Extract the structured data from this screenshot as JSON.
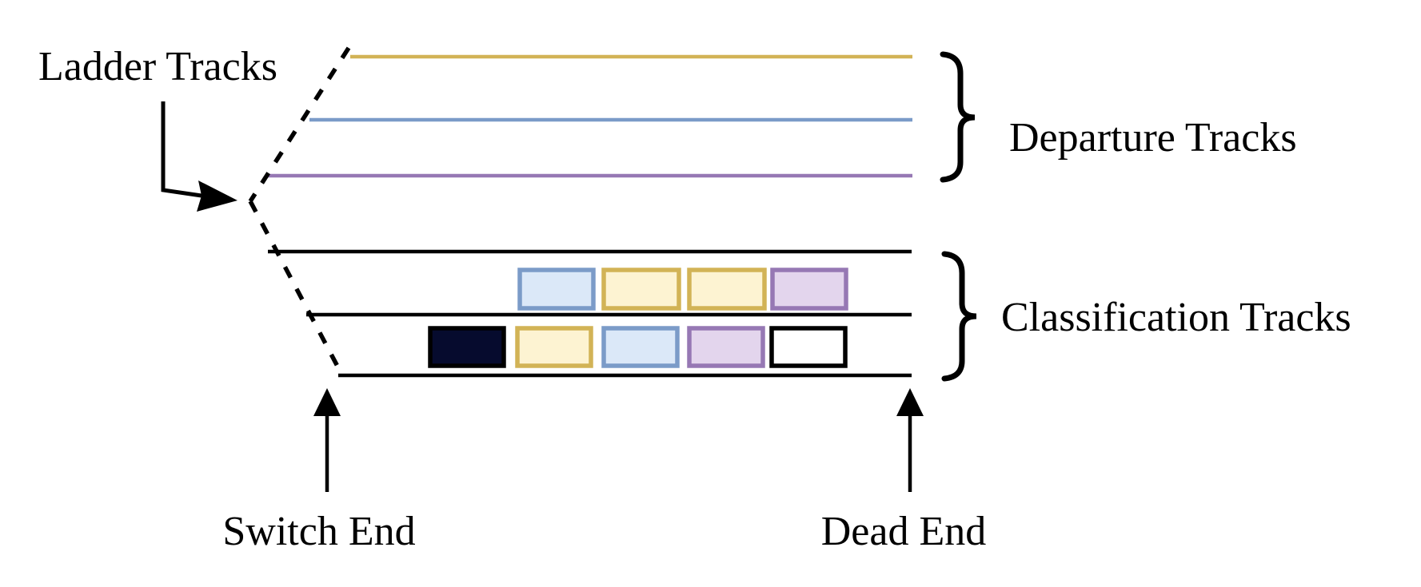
{
  "diagram": {
    "type": "rail-classification-yard-schematic",
    "background": "#ffffff",
    "text_color": "#000000"
  },
  "labels": {
    "ladder_tracks": "Ladder Tracks",
    "departure_tracks": "Departure Tracks",
    "classification_tracks": "Classification Tracks",
    "switch_end": "Switch End",
    "dead_end": "Dead End"
  },
  "colors": {
    "gold": "#d2b356",
    "gold_fill": "#fdf3d2",
    "blue": "#7b9bc8",
    "blue_fill": "#dbe8f8",
    "purple": "#9678b4",
    "purple_fill": "#e3d5ed",
    "navy_fill": "#060b2e",
    "black": "#000000",
    "white": "#ffffff"
  },
  "departure_tracks": {
    "count": 3,
    "tracks": [
      {
        "name": "departure-track-1",
        "color": "gold",
        "stroke": "#d2b356"
      },
      {
        "name": "departure-track-2",
        "color": "blue",
        "stroke": "#7b9bc8"
      },
      {
        "name": "departure-track-3",
        "color": "purple",
        "stroke": "#9678b4"
      }
    ]
  },
  "classification_tracks": {
    "count": 3,
    "track_stroke": "#000000",
    "middle_track_cars": [
      {
        "color": "light-blue",
        "fill": "#dbe8f8",
        "stroke": "#7b9bc8"
      },
      {
        "color": "yellow",
        "fill": "#fdf3d2",
        "stroke": "#d2b356"
      },
      {
        "color": "yellow",
        "fill": "#fdf3d2",
        "stroke": "#d2b356"
      },
      {
        "color": "purple",
        "fill": "#e3d5ed",
        "stroke": "#9678b4"
      }
    ],
    "bottom_track_cars": [
      {
        "color": "dark-navy",
        "fill": "#060b2e",
        "stroke": "#000000"
      },
      {
        "color": "yellow",
        "fill": "#fdf3d2",
        "stroke": "#d2b356"
      },
      {
        "color": "light-blue",
        "fill": "#dbe8f8",
        "stroke": "#7b9bc8"
      },
      {
        "color": "purple",
        "fill": "#e3d5ed",
        "stroke": "#9678b4"
      },
      {
        "color": "white",
        "fill": "#ffffff",
        "stroke": "#000000"
      }
    ]
  }
}
